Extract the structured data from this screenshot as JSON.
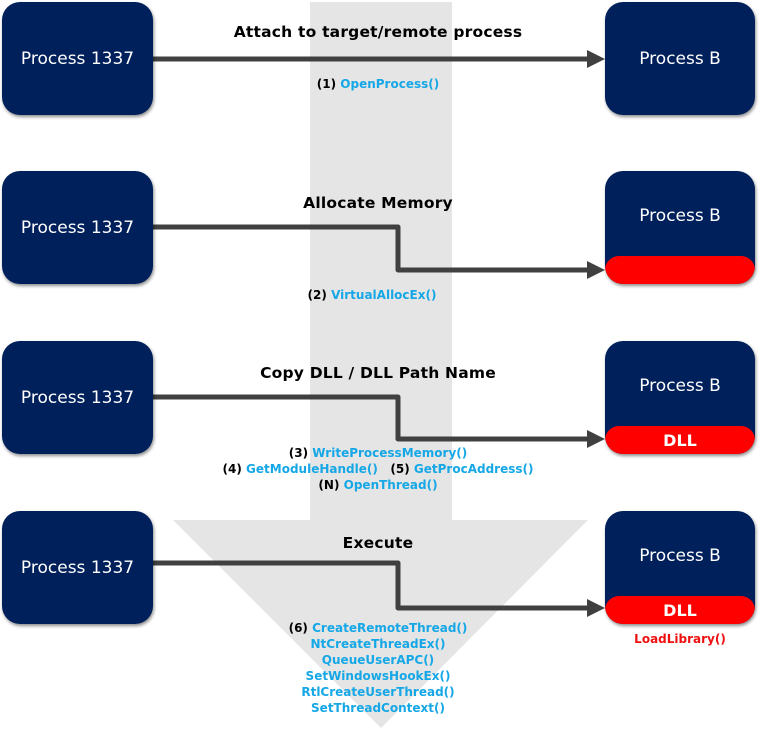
{
  "colors": {
    "process_box": "#00205b",
    "memory_region": "#ff0000",
    "api_call": "#15a7e6",
    "loader_call": "#ee1111",
    "connector": "#404040",
    "background_arrow": "#e5e5e5"
  },
  "steps": [
    {
      "title": "Attach to target/remote process",
      "source": "Process 1337",
      "target": "Process B",
      "target_memory": null,
      "apis": [
        {
          "num": "(1)",
          "fn": "OpenProcess()"
        }
      ]
    },
    {
      "title": "Allocate Memory",
      "source": "Process 1337",
      "target": "Process B",
      "target_memory": "",
      "apis": [
        {
          "num": "(2)",
          "fn": "VirtualAllocEx()"
        }
      ]
    },
    {
      "title": "Copy DLL / DLL Path Name",
      "source": "Process 1337",
      "target": "Process B",
      "target_memory": "DLL",
      "apis": [
        {
          "num": "(3)",
          "fn": "WriteProcessMemory()"
        },
        {
          "num": "(4)",
          "fn": "GetModuleHandle()"
        },
        {
          "num": "(5)",
          "fn": "GetProcAddress()"
        },
        {
          "num": "(N)",
          "fn": "OpenThread()"
        }
      ]
    },
    {
      "title": "Execute",
      "source": "Process 1337",
      "target": "Process B",
      "target_memory": "DLL",
      "target_note": "LoadLibrary()",
      "apis": [
        {
          "num": "(6)",
          "fn": "CreateRemoteThread()"
        },
        {
          "num": "",
          "fn": "NtCreateThreadEx()"
        },
        {
          "num": "",
          "fn": "QueueUserAPC()"
        },
        {
          "num": "",
          "fn": "SetWindowsHookEx()"
        },
        {
          "num": "",
          "fn": "RtlCreateUserThread()"
        },
        {
          "num": "",
          "fn": "SetThreadContext()"
        }
      ]
    }
  ]
}
